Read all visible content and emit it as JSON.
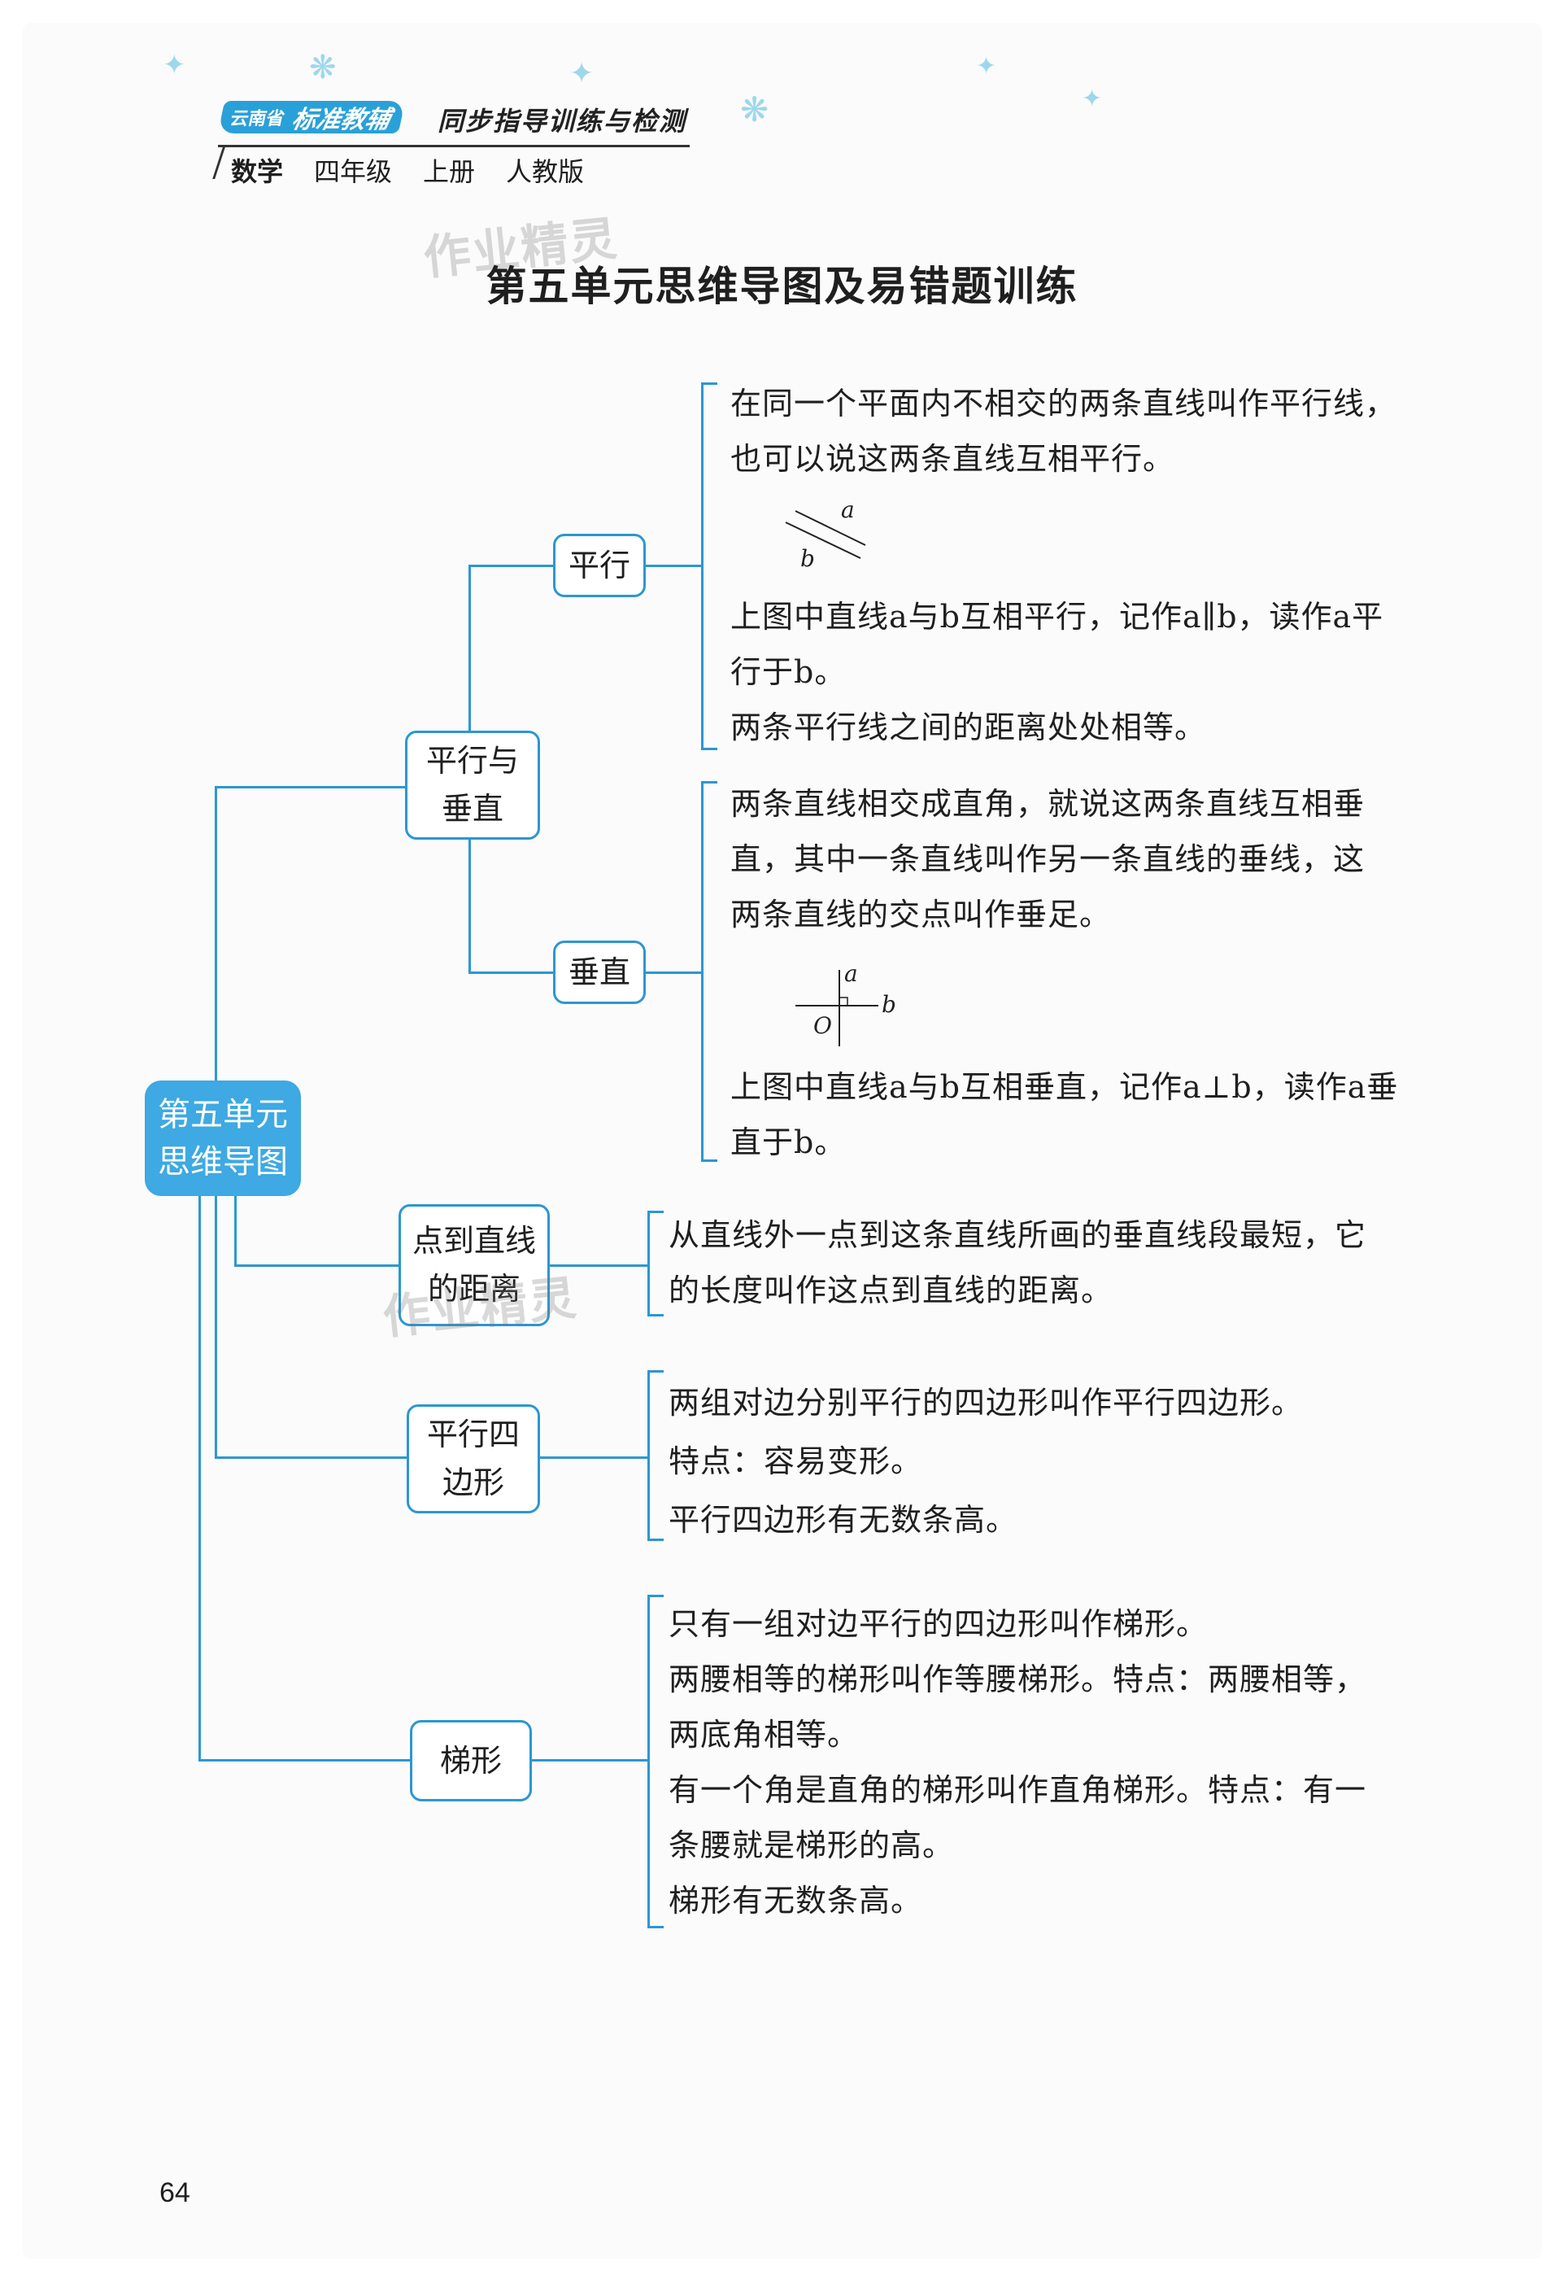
{
  "header": {
    "brand_logo": "云南省",
    "brand_name": "标准教辅",
    "series": "同步指导训练与检测",
    "subject": "数学",
    "grade": "四年级",
    "volume": "上册",
    "edition": "人教版"
  },
  "title": "第五单元思维导图及易错题训练",
  "watermark": "作业精灵",
  "mindmap": {
    "root": [
      "第五单元",
      "思维导图"
    ],
    "parallel_perpendicular": {
      "label": [
        "平行与",
        "垂直"
      ],
      "parallel": {
        "label": "平行",
        "lines": [
          "在同一个平面内不相交的两条直线叫作平行线，",
          "也可以说这两条直线互相平行。",
          "上图中直线a与b互相平行，记作a∥b，读作a平",
          "行于b。",
          "两条平行线之间的距离处处相等。"
        ],
        "figure_labels": [
          "a",
          "b"
        ]
      },
      "perpendicular": {
        "label": "垂直",
        "lines": [
          "两条直线相交成直角，就说这两条直线互相垂",
          "直，其中一条直线叫作另一条直线的垂线，这",
          "两条直线的交点叫作垂足。",
          "上图中直线a与b互相垂直，记作a⊥b，读作a垂",
          "直于b。"
        ],
        "figure_labels": [
          "a",
          "b",
          "O"
        ]
      }
    },
    "distance": {
      "label": [
        "点到直线",
        "的距离"
      ],
      "lines": [
        "从直线外一点到这条直线所画的垂直线段最短，它",
        "的长度叫作这点到直线的距离。"
      ]
    },
    "parallelogram": {
      "label": [
        "平行四",
        "边形"
      ],
      "lines": [
        "两组对边分别平行的四边形叫作平行四边形。",
        "特点：容易变形。",
        "平行四边形有无数条高。"
      ]
    },
    "trapezoid": {
      "label": "梯形",
      "lines": [
        "只有一组对边平行的四边形叫作梯形。",
        "两腰相等的梯形叫作等腰梯形。特点：两腰相等，",
        "两底角相等。",
        "有一个角是直角的梯形叫作直角梯形。特点：有一",
        "条腰就是梯形的高。",
        "梯形有无数条高。"
      ]
    }
  },
  "page_number": "64"
}
